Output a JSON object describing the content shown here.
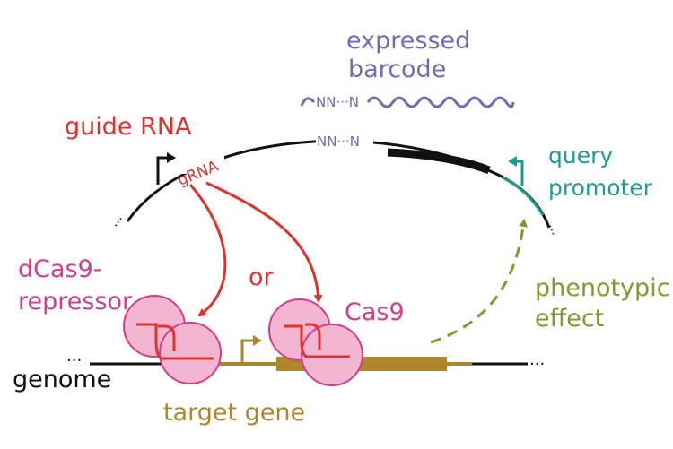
{
  "labels": {
    "expressed_barcode_line1": "expressed",
    "expressed_barcode_line2": "barcode",
    "barcode_sequence": "NN···N",
    "plasmid_barcode_sequence": "NN···N",
    "guide_rna": "guide RNA",
    "grna": "gRNA",
    "query_line1": "query",
    "query_line2": "promoter",
    "dcas9_line1": "dCas9-",
    "dcas9_line2": "repressor",
    "or": "or",
    "cas9": "Cas9",
    "phenotypic_line1": "phenotypic",
    "phenotypic_line2": "effect",
    "genome": "genome",
    "target_gene": "target gene",
    "ellipsis_left": "···",
    "ellipsis_right": "···"
  },
  "colors": {
    "guide_red": "#e0312f",
    "barcode_purple": "#6e6cb6",
    "query_teal": "#1a9e91",
    "dcas9_magenta": "#d63a8f",
    "phenotype_green": "#7f9a2f",
    "gene_gold": "#b0862a",
    "protein_fill": "#f2b6d0",
    "black": "#111111"
  }
}
